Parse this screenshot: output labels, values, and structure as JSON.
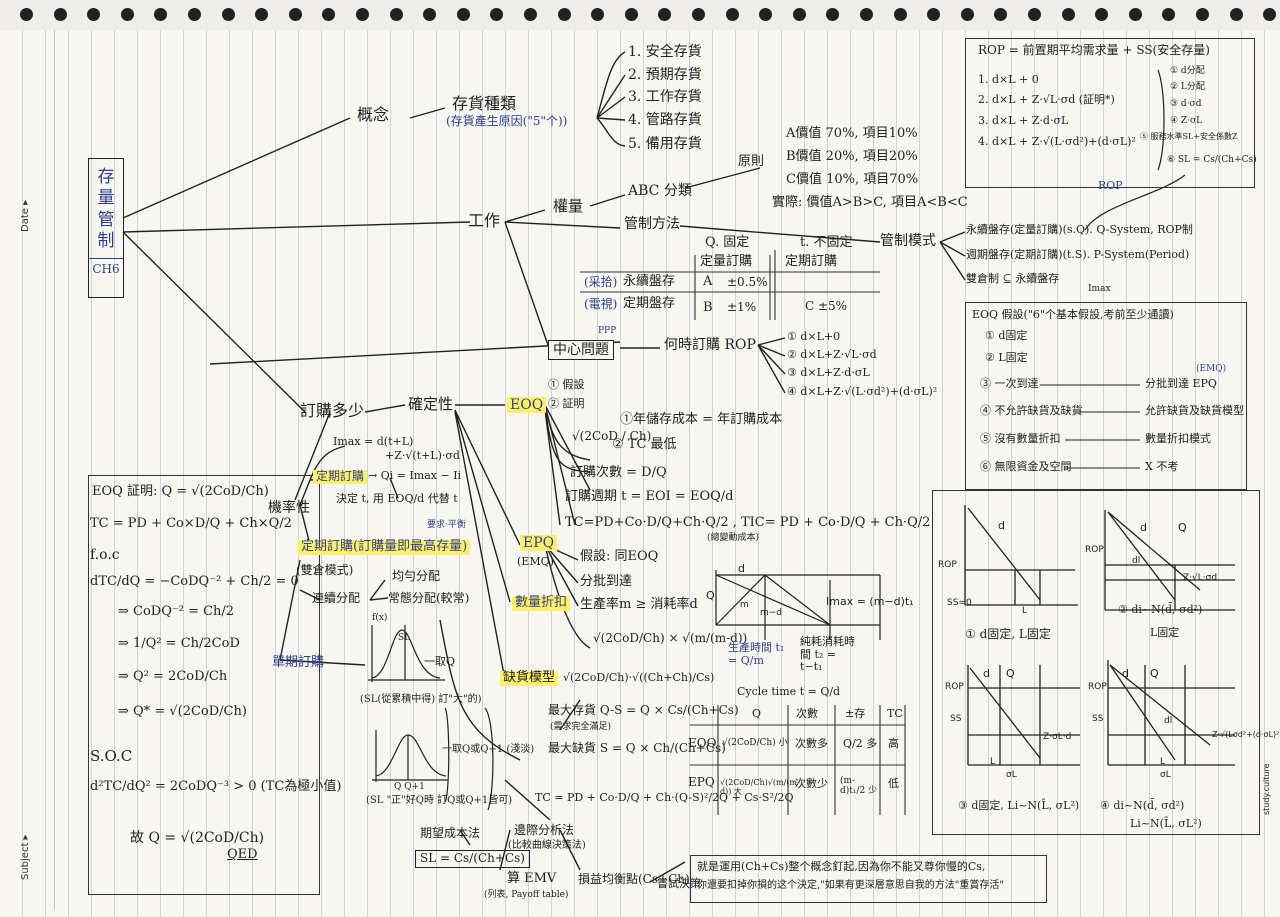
{
  "margin_labels": {
    "date": "Date ▸",
    "subject": "Subject ▸"
  },
  "root": {
    "chars": [
      "存",
      "量",
      "管",
      "制"
    ],
    "chapter": "CH6"
  },
  "concept": {
    "label": "概念",
    "types_title": "存貨種類",
    "types_sub": "(存貨產生原因(\"5\"个))",
    "types": [
      "1. 安全存貨",
      "2. 預期存貨",
      "3. 工作存貨",
      "4. 管路存貨",
      "5. 備用存貨"
    ]
  },
  "work": {
    "label": "工作",
    "weight": "權量",
    "abc": "ABC 分類",
    "principle": "原則",
    "abc_rules": [
      "A價值 70%, 項目10%",
      "B價值 20%, 項目20%",
      "C價值 10%, 項目70%"
    ],
    "actual": "實際: 價值A>B>C, 項目A<B<C",
    "control": "管制方法",
    "control_mode": "管制模式",
    "tbl_head": [
      "Q. 固定",
      "t. 不固定"
    ],
    "tbl_sub": [
      "定量訂購",
      "定期訂購"
    ],
    "tbl_rows": [
      {
        "tag": "(采拾)",
        "name": "永續盤存",
        "code": "A",
        "val": "±0.5%"
      },
      {
        "tag": "(電視)",
        "name": "定期盤存",
        "code": "B",
        "val": "±1%"
      }
    ],
    "tbl_extra": "C ±5%",
    "modes": [
      "永續盤存(定量訂購)(s.Q). Q-System, ROP制",
      "週期盤存(定期訂購)(t.S). P-System(Period)",
      "雙倉制 ⊆ 永續盤存"
    ],
    "rop_tag": "ROP",
    "imax_tag": "Imax"
  },
  "central": {
    "label": "中心問題",
    "tag": "PPP",
    "when": "何時訂購 ROP",
    "when_opts": [
      "① d×L+0",
      "② d×L+Z·√L·σd",
      "③ d×L+Z·d·σL",
      "④ d×L+Z·√(L·σd²)+(d·σL)²"
    ]
  },
  "howmuch": {
    "label": "訂購多少",
    "certain": "確定性",
    "eoq": "EOQ",
    "eoq_opts": [
      "① 假設",
      "② 証明"
    ],
    "eoq_formula": "√(2CoD / Ch)",
    "eoq_points": [
      "①年儲存成本 = 年訂購成本",
      "② TC 最低"
    ],
    "orders": "訂購次數 = D/Q",
    "period": "訂購週期 t = EOI = EOQ/d",
    "tc": "TC=PD+Co·D/Q+Ch·Q/2 , TIC= PD + Co·D/Q + Ch·Q/2",
    "tc_note": "(總變動成本)",
    "epq": "EPQ",
    "emq": "(EMQ)",
    "epq_pts": [
      "假設: 同EOQ",
      "分批到達",
      "生產率m ≥ 消耗率d"
    ],
    "epq_formula": "√(2CoD/Ch) × √(m/(m-d))",
    "discount": "數量折扣",
    "shortage": "缺貨模型",
    "shortage_formula": "√(2CoD/Ch)·√((Ch+Ch)/Cs)",
    "max_stock": "最大存貨 Q-S = Q × Cs/(Ch+Cs)",
    "max_stock_note": "(需求完全滿足)",
    "max_short": "最大缺貨 S = Q × Ch/(Ch+Cs)",
    "tc_short": "TC = PD + Co·D/Q + Ch·(Q-S)²/2Q + Cs·S²/2Q",
    "expected": "期望成本法",
    "expected_note": "(比較曲線決策法)",
    "mar": "邊際分析法",
    "sl": "SL = Cs/(Ch+Cs)",
    "emv": "算 EMV",
    "emv_note": "(列表, Payoff table)",
    "tradeoff": "損益均衡點(Cs+Ch)",
    "tradeoff_note": "嘗試決策",
    "random": "機率性",
    "imax_formula": "Imax = d(t+L)",
    "imax_sub": "+Z·√(t+L)·σd",
    "fixed_int": "定期訂購",
    "fixed_int_f": "→ Qi = Imax − Ii",
    "decide_t": "決定 t, 用 EOQ/d 代替 t",
    "need": "要求·平衡",
    "fixed_qty": "定期訂購(訂購量即最高存量)",
    "bin": "(雙倉模式)",
    "cont_dist": "連續分配",
    "uniform": "均勻分配",
    "normal": "常態分配(較常)",
    "fx": "f(x)",
    "sl_label": "SL",
    "qlabel": "一取Q",
    "sl_note": "(SL(從累積中得) 訂\"大\"的)",
    "single": "單期訂購",
    "disc_note": "一取Q或Q+1 (淺淡)",
    "q_label": "Q Q+1",
    "sl_note2": "(SL \"正\"好Q時 訂Q或Q+1皆可)"
  },
  "proof": {
    "title": "EOQ 証明: Q = √(2CoD/Ch)",
    "tc": "TC = PD + Co×D/Q + Ch×Q/2",
    "foc": "f.o.c",
    "d1": "dTC/dQ = −CoDQ⁻² + Ch/2 = 0",
    "steps": [
      "⇒ CoDQ⁻² = Ch/2",
      "⇒ 1/Q² = Ch/2CoD",
      "⇒ Q² = 2CoD/Ch",
      "⇒ Q* = √(2CoD/Ch)"
    ],
    "soc": "S.O.C",
    "d2": "d²TC/dQ² = 2CoDQ⁻³ > 0 (TC為極小值)",
    "conclude": "故 Q = √(2CoD/Ch)",
    "qed": "QED"
  },
  "rop_panel": {
    "head": "ROP = 前置期平均需求量 + SS(安全存量)",
    "lines": [
      "1. d×L + 0",
      "2. d×L + Z·√L·σd (証明*)",
      "3. d×L + Z·d·σL",
      "4. d×L + Z·√(L·σd²)+(d·σL)²"
    ],
    "cases": [
      "① d分配",
      "② L分配",
      "③ d·σd",
      "④ Z·σL",
      "⑤ 服務水準SL+安全係數Z",
      "⑥ SL = Cs/(Ch+Cs)"
    ]
  },
  "eoq_assume": {
    "head": "EOQ 假設(\"6\"个基本假設,考前至少通讀)",
    "lines": [
      "① d固定",
      "② L固定",
      "③ 一次到達",
      "④ 不允許缺貨及缺貨",
      "⑤ 沒有數量折扣",
      "⑥ 無限資金及空間"
    ],
    "arrows": [
      "分批到達 EPQ",
      "允許缺貨及缺貨模型",
      "數量折扣模式",
      "X 不考"
    ],
    "emq": "(EMQ)"
  },
  "graphs": {
    "g1_labels": [
      "d",
      "ROP",
      "SS=0",
      "L"
    ],
    "g1_caption": "① d固定, L固定",
    "g2_labels": [
      "d",
      "Q",
      "ROP",
      "dl",
      "Z·√L·σd"
    ],
    "g2_caption": "② di~N(d̄, σd²)",
    "g2_caption2": "L固定",
    "g3_labels": [
      "d",
      "Q",
      "ROP",
      "SS",
      "L",
      "σL",
      "Z·σL·d"
    ],
    "g3_caption": "③ d固定, Li~N(L̄, σL²)",
    "g4_labels": [
      "d",
      "Q",
      "ROP",
      "SS",
      "dl",
      "L",
      "σL",
      "Z·√(Lσd²+(d·σL)²)"
    ],
    "g4_caption": "④ di~N(d̄, σd²)",
    "g4_caption2": "Li~N(L̄, σL²)"
  },
  "epq_chart": {
    "labels": [
      "d",
      "Q",
      "m",
      "m−d",
      "Imax = (m−d)t₁"
    ],
    "t1": "生產時間 t₁ = Q/m",
    "t2": "純耗消耗時間 t₂ = t−t₁",
    "cycle": "Cycle time t = Q/d"
  },
  "compare": {
    "head": [
      "Q",
      "次數",
      "±存",
      "TC"
    ],
    "rows": [
      {
        "name": "EOQ",
        "q": "√(2CoD/Ch) 小",
        "n": "次數多",
        "s": "Q/2 多",
        "tc": "高"
      },
      {
        "name": "EPQ",
        "q": "√(2CoD/Ch)√(m/(m-d)) 大",
        "n": "次數少",
        "s": "(m-d)t₁/2 少",
        "tc": "低"
      }
    ]
  },
  "footer": {
    "line1": "就是運用(Ch+Cs)整个概念釘起,因為你不能又尊你慢的Cs,",
    "line2": "你還要扣掉你損的这个決定,\"如果有更深層意思自我的方法\"重賞存活\"",
    "sig": "study.culture"
  }
}
